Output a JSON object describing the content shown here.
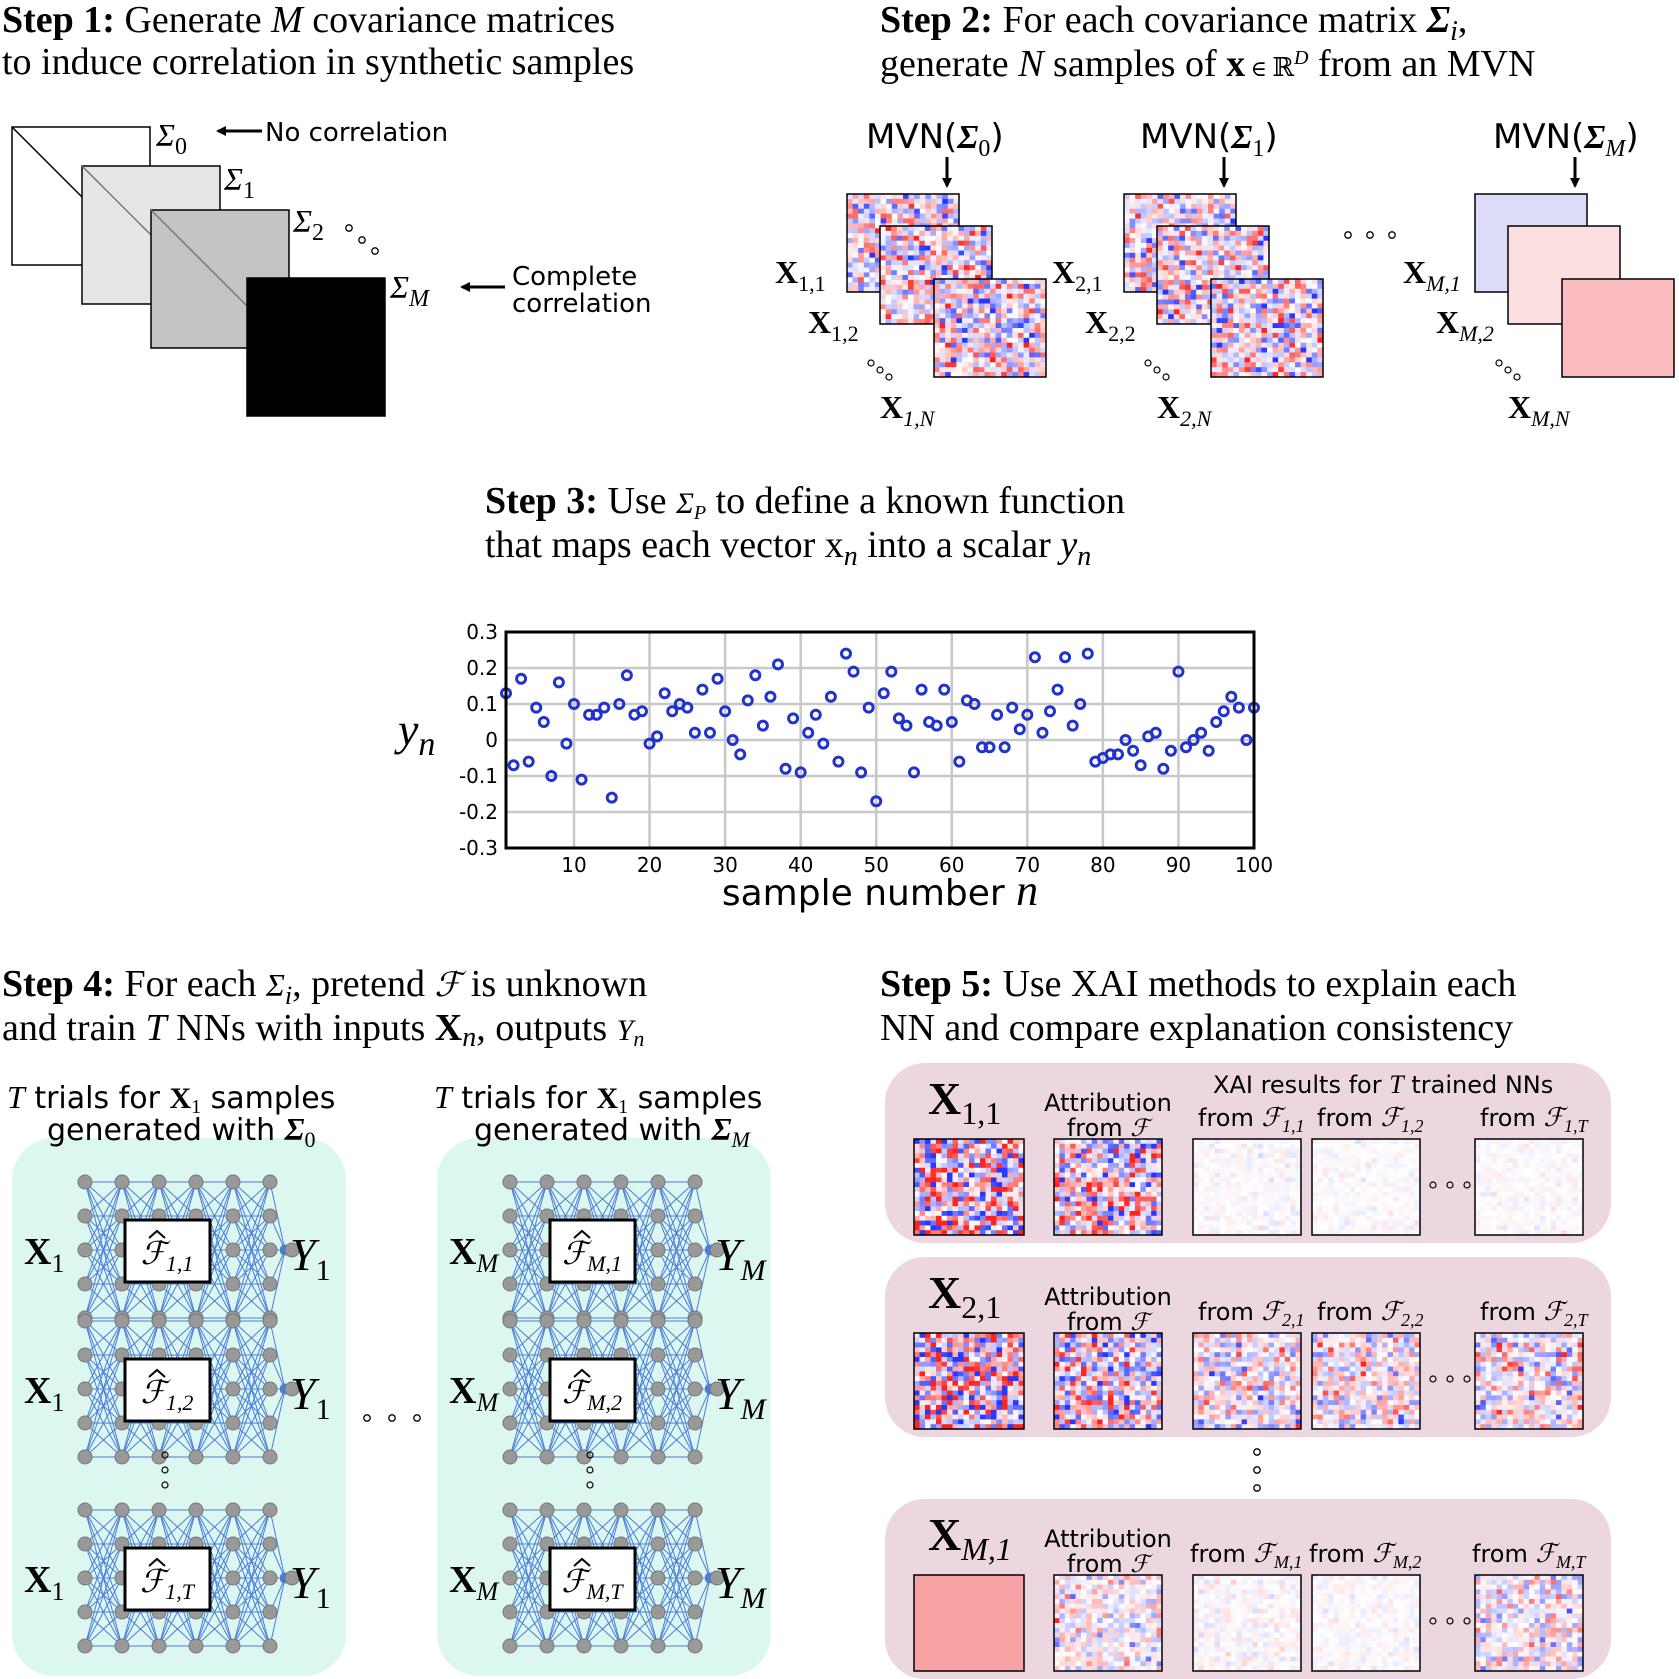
{
  "step1": {
    "bold": "Step 1:",
    "line1_a": " Generate ",
    "line1_m": "M",
    "line1_b": " covariance matrices",
    "line2": "to induce correlation in synthetic samples",
    "labels": [
      {
        "sym": "Σ",
        "sub": "0"
      },
      {
        "sym": "Σ",
        "sub": "1"
      },
      {
        "sym": "Σ",
        "sub": "2"
      },
      {
        "sym": "Σ",
        "sub": "M"
      }
    ],
    "no_corr": "No correlation",
    "complete_1": "Complete",
    "complete_2": "correlation"
  },
  "step2": {
    "bold": "Step 2:",
    "line1": " For each covariance matrix ",
    "line1_sym": "Σ",
    "line1_sub": "i",
    "line1_end": ",",
    "line2_a": "generate ",
    "line2_n": "N",
    "line2_b": " samples of ",
    "line2_x": "x",
    "line2_in": " ∈ ",
    "line2_r": "ℝ",
    "line2_d": "D",
    "line2_c": " from an MVN",
    "groups": [
      {
        "mvn_pre": "MVN(",
        "mvn_sym": "Σ",
        "mvn_sub": "0",
        "mvn_post": ")",
        "x1": {
          "b": "X",
          "s": "1,1"
        },
        "x2": {
          "b": "X",
          "s": "1,2"
        },
        "xn": {
          "b": "X",
          "s": "1,N"
        }
      },
      {
        "mvn_pre": "MVN(",
        "mvn_sym": "Σ",
        "mvn_sub": "1",
        "mvn_post": ")",
        "x1": {
          "b": "X",
          "s": "2,1"
        },
        "x2": {
          "b": "X",
          "s": "2,2"
        },
        "xn": {
          "b": "X",
          "s": "2,N"
        }
      },
      {
        "mvn_pre": "MVN(",
        "mvn_sym": "Σ",
        "mvn_sub": "M",
        "mvn_post": ")",
        "x1": {
          "b": "X",
          "s": "M,1"
        },
        "x2": {
          "b": "X",
          "s": "M,2"
        },
        "xn": {
          "b": "X",
          "s": "M,N"
        }
      }
    ]
  },
  "step3": {
    "bold": "Step 3:",
    "line1_a": " Use ",
    "line1_sym": "Σ",
    "line1_sub": "P",
    "line1_b": " to define a known function",
    "line2_a": "that maps each vector x",
    "line2_n": "n",
    "line2_b": " into a scalar ",
    "line2_y": "y",
    "line2_yn": "n"
  },
  "chart_data": {
    "type": "scatter",
    "xlabel": "sample number n",
    "ylabel": "y_n",
    "xlim": [
      1,
      100
    ],
    "ylim": [
      -0.3,
      0.3
    ],
    "xticks": [
      10,
      20,
      30,
      40,
      50,
      60,
      70,
      80,
      90,
      100
    ],
    "yticks": [
      0.3,
      0.2,
      0.1,
      0,
      -0.1,
      -0.2,
      -0.3
    ],
    "ytick_labels": [
      "0.3",
      "0.2",
      "0.1",
      "0",
      "-0.1",
      "-0.2",
      "-0.3"
    ],
    "grid": true,
    "color": "#2233cc",
    "x": [
      1,
      2,
      3,
      4,
      5,
      6,
      7,
      8,
      9,
      10,
      11,
      12,
      13,
      14,
      15,
      16,
      17,
      18,
      19,
      20,
      21,
      22,
      23,
      24,
      25,
      26,
      27,
      28,
      29,
      30,
      31,
      32,
      33,
      34,
      35,
      36,
      37,
      38,
      39,
      40,
      41,
      42,
      43,
      44,
      45,
      46,
      47,
      48,
      49,
      50,
      51,
      52,
      53,
      54,
      55,
      56,
      57,
      58,
      59,
      60,
      61,
      62,
      63,
      64,
      65,
      66,
      67,
      68,
      69,
      70,
      71,
      72,
      73,
      74,
      75,
      76,
      77,
      78,
      79,
      80,
      81,
      82,
      83,
      84,
      85,
      86,
      87,
      88,
      89,
      90,
      91,
      92,
      93,
      94,
      95,
      96,
      97,
      98,
      99,
      100
    ],
    "y": [
      0.13,
      -0.07,
      0.17,
      -0.06,
      0.09,
      0.05,
      -0.1,
      0.16,
      -0.01,
      0.1,
      -0.11,
      0.07,
      0.07,
      0.09,
      -0.16,
      0.1,
      0.18,
      0.07,
      0.08,
      -0.01,
      0.01,
      0.13,
      0.08,
      0.1,
      0.09,
      0.02,
      0.14,
      0.02,
      0.17,
      0.08,
      0.0,
      -0.04,
      0.11,
      0.18,
      0.04,
      0.12,
      0.21,
      -0.08,
      0.06,
      -0.09,
      0.02,
      0.07,
      -0.01,
      0.12,
      -0.06,
      0.24,
      0.19,
      -0.09,
      0.09,
      -0.17,
      0.13,
      0.19,
      0.06,
      0.04,
      -0.09,
      0.14,
      0.05,
      0.04,
      0.14,
      0.05,
      -0.06,
      0.11,
      0.1,
      -0.02,
      -0.02,
      0.07,
      -0.02,
      0.09,
      0.03,
      0.07,
      0.23,
      0.02,
      0.08,
      0.14,
      0.23,
      0.04,
      0.1,
      0.24,
      -0.06,
      -0.05,
      -0.04,
      -0.04,
      0.0,
      -0.03,
      -0.07,
      0.01,
      0.02,
      -0.08,
      -0.03,
      0.19,
      -0.02,
      0.0,
      0.02,
      -0.03,
      0.05,
      0.08,
      0.12,
      0.09,
      0.0,
      0.09
    ]
  },
  "step4": {
    "bold": "Step 4:",
    "line1_a": " For each ",
    "line1_sym": "Σ",
    "line1_sub": "i",
    "line1_b": ", pretend ",
    "line1_f": "ℱ",
    "line1_c": " is unknown",
    "line2_a": "and train ",
    "line2_t": "T",
    "line2_b": " NNs with inputs ",
    "line2_x": "X",
    "line2_xn": "n",
    "line2_c": ", outputs ",
    "line2_y": "Y",
    "line2_yn": "n",
    "panels": [
      {
        "title_t": "T",
        "title_a": " trials for ",
        "title_x": "X",
        "title_xs": "1",
        "title_b": " samples",
        "title_c": "generated with ",
        "title_sym": "Σ",
        "title_sub": "0",
        "input": {
          "b": "X",
          "s": "1"
        },
        "output": {
          "b": "Y",
          "s": "1"
        },
        "models": [
          {
            "f": "ℱ",
            "s": "1,1"
          },
          {
            "f": "ℱ",
            "s": "1,2"
          },
          {
            "f": "ℱ",
            "s": "1,T"
          }
        ]
      },
      {
        "title_t": "T",
        "title_a": " trials for ",
        "title_x": "X",
        "title_xs": "1",
        "title_b": " samples",
        "title_c": "generated with ",
        "title_sym": "Σ",
        "title_sub": "M",
        "input": {
          "b": "X",
          "s": "M"
        },
        "output": {
          "b": "Y",
          "s": "M"
        },
        "models": [
          {
            "f": "ℱ",
            "s": "M,1"
          },
          {
            "f": "ℱ",
            "s": "M,2"
          },
          {
            "f": "ℱ",
            "s": "M,T"
          }
        ]
      }
    ]
  },
  "step5": {
    "bold": "Step 5:",
    "line1": " Use XAI methods to explain each",
    "line2": "NN and compare explanation consistency",
    "xai_header_a": "XAI results for ",
    "xai_header_t": "T",
    "xai_header_b": " trained NNs",
    "rows": [
      {
        "x": "X",
        "xs": "1,1",
        "attr1": "Attribution",
        "attr2": "from ",
        "attr_f": "ℱ",
        "cols": [
          {
            "pre": "from ",
            "f": "ℱ",
            "s": "1,1"
          },
          {
            "pre": "from ",
            "f": "ℱ",
            "s": "1,2"
          },
          {
            "pre": "from ",
            "f": "ℱ",
            "s": "1,T"
          }
        ]
      },
      {
        "x": "X",
        "xs": "2,1",
        "attr1": "Attribution",
        "attr2": "from ",
        "attr_f": "ℱ",
        "cols": [
          {
            "pre": "from ",
            "f": "ℱ",
            "s": "2,1"
          },
          {
            "pre": "from ",
            "f": "ℱ",
            "s": "2,2"
          },
          {
            "pre": "from ",
            "f": "ℱ",
            "s": "2,T"
          }
        ]
      },
      {
        "x": "X",
        "xs": "M,1",
        "attr1": "Attribution",
        "attr2": "from ",
        "attr_f": "ℱ",
        "cols": [
          {
            "pre": "from ",
            "f": "ℱ",
            "s": "M,1"
          },
          {
            "pre": "from ",
            "f": "ℱ",
            "s": "M,2"
          },
          {
            "pre": "from ",
            "f": "ℱ",
            "s": "M,T"
          }
        ]
      }
    ]
  },
  "colors": {
    "nn_panel": "#dcf7f0",
    "xai_panel": "#ecd6df",
    "node": "#999999",
    "edge": "#3a6fd8",
    "scatter": "#2233cc",
    "grid": "#c8c8c8",
    "blue": "#2a3ad8",
    "red": "#d8201e"
  }
}
